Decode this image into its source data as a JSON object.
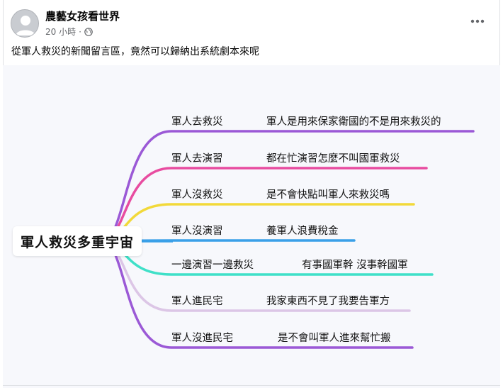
{
  "post": {
    "author": "農藝女孩看世界",
    "time": "20 小時",
    "separator": "·",
    "privacy_icon": "globe-icon",
    "more_icon": "more-horizontal-icon",
    "text": "從軍人救災的新聞留言區，竟然可以歸納出系統劇本來呢"
  },
  "mindmap": {
    "root": "軍人救災多重宇宙",
    "branches": [
      {
        "label": "軍人去救災",
        "comment": "軍人是用來保家衛國的不是用來救災的",
        "color": "#9b59d6"
      },
      {
        "label": "軍人去演習",
        "comment": "都在忙演習怎麼不叫國軍救災",
        "color": "#e84ca0"
      },
      {
        "label": "軍人沒救災",
        "comment": "是不會快點叫軍人來救災嗎",
        "color": "#f2d93a"
      },
      {
        "label": "軍人沒演習",
        "comment": "養軍人浪費稅金",
        "color": "#3aa0e8"
      },
      {
        "label": "一邊演習一邊救災",
        "comment": "有事國軍幹 沒事幹國軍",
        "color": "#3fe0c8"
      },
      {
        "label": "軍人進民宅",
        "comment": "我家東西不見了我要告軍方",
        "color": "#dcc6e6"
      },
      {
        "label": "軍人沒進民宅",
        "comment": "是不會叫軍人進來幫忙搬",
        "color": "#9b59d6"
      }
    ]
  }
}
